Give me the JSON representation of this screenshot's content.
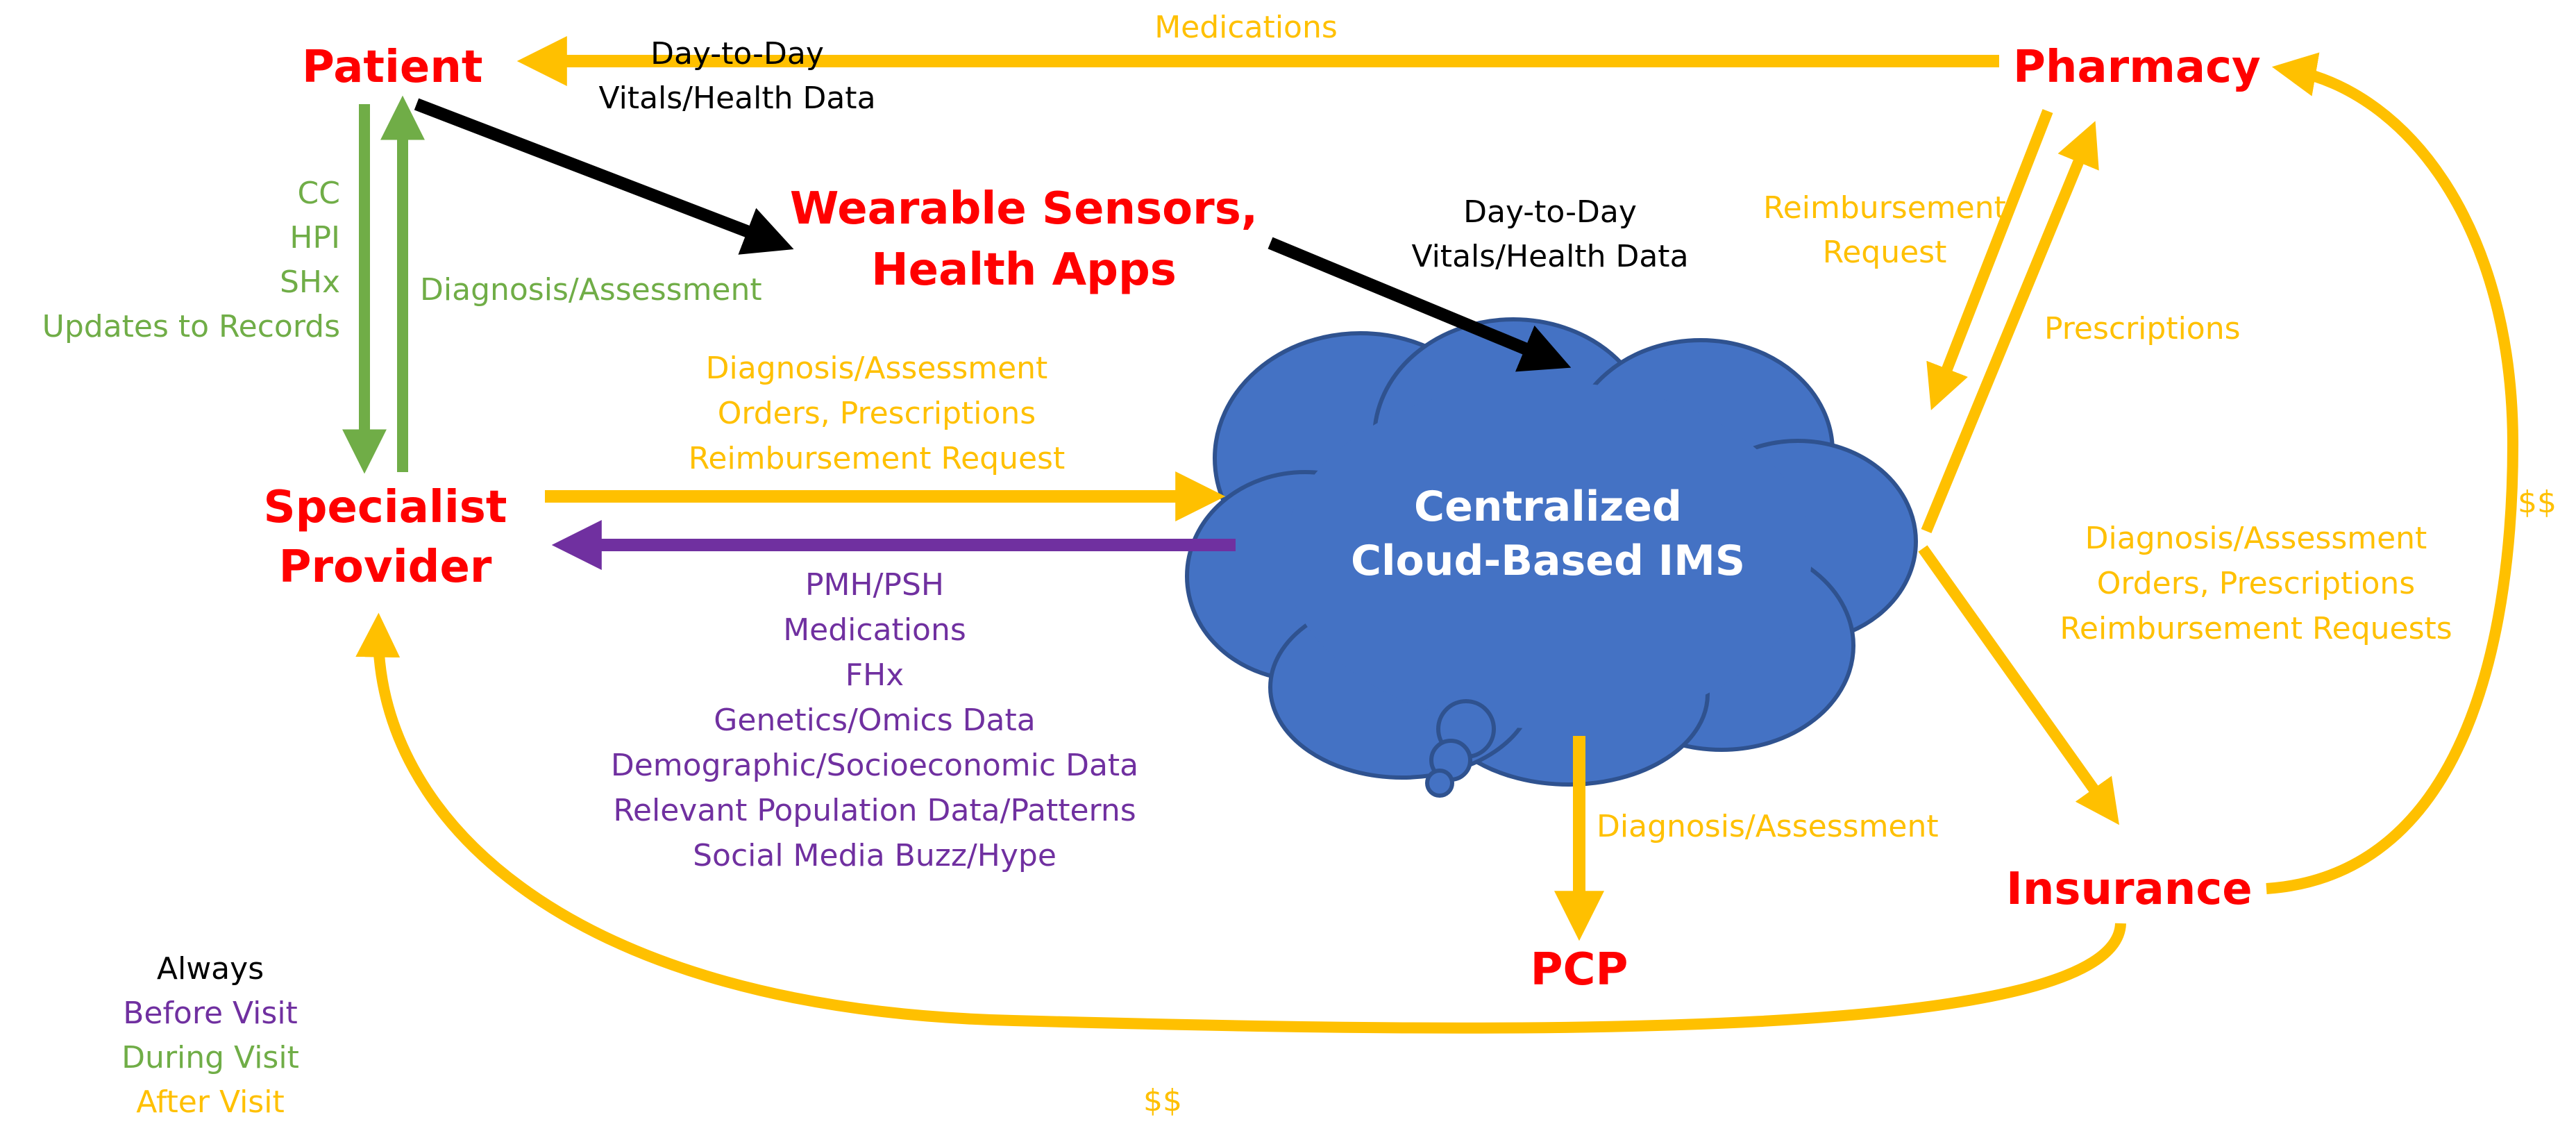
{
  "nodes": {
    "patient": "Patient",
    "pharmacy": "Pharmacy",
    "wearables": [
      "Wearable Sensors,",
      "Health Apps"
    ],
    "specialist": [
      "Specialist",
      "Provider"
    ],
    "insurance": "Insurance",
    "pcp": "PCP",
    "cloud": [
      "Centralized",
      "Cloud-Based IMS"
    ]
  },
  "edges": {
    "pharmacy_to_patient": "Medications",
    "patient_to_wearables": [
      "Day-to-Day",
      "Vitals/Health Data"
    ],
    "wearables_to_cloud": [
      "Day-to-Day",
      "Vitals/Health Data"
    ],
    "patient_to_specialist": [
      "CC",
      "HPI",
      "SHx",
      "Updates to Records"
    ],
    "specialist_to_patient": "Diagnosis/Assessment",
    "specialist_to_cloud": [
      "Diagnosis/Assessment",
      "Orders, Prescriptions",
      "Reimbursement Request"
    ],
    "cloud_to_specialist": [
      "PMH/PSH",
      "Medications",
      "FHx",
      "Genetics/Omics Data",
      "Demographic/Socioeconomic Data",
      "Relevant Population Data/Patterns",
      "Social Media Buzz/Hype"
    ],
    "pharmacy_to_cloud": [
      "Reimbursement",
      "Request"
    ],
    "cloud_to_pharmacy": "Prescriptions",
    "cloud_to_insurance": [
      "Diagnosis/Assessment",
      "Orders, Prescriptions",
      "Reimbursement Requests"
    ],
    "insurance_to_pharmacy": "$$",
    "cloud_to_pcp": "Diagnosis/Assessment",
    "insurance_to_specialist": "$$"
  },
  "legend": [
    "Always",
    "Before Visit",
    "During Visit",
    "After Visit"
  ],
  "colors": {
    "node": "#ff0000",
    "always": "#000000",
    "before_visit": "#7030a0",
    "during_visit": "#70ad47",
    "after_visit": "#ffc000",
    "cloud_fill": "#4472c4",
    "cloud_stroke": "#2f528f"
  }
}
